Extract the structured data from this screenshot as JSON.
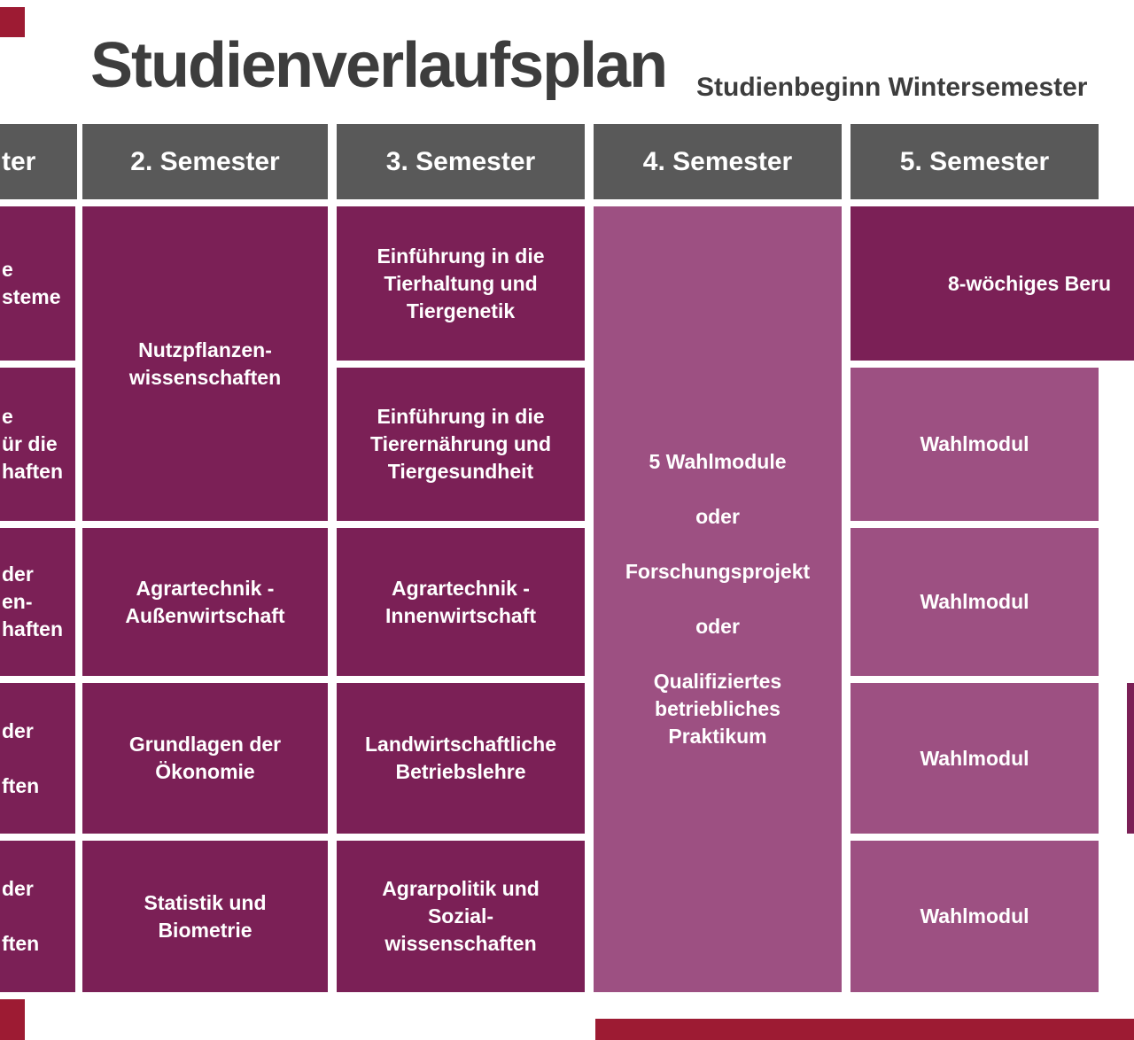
{
  "title": {
    "main": "Studienverlaufsplan",
    "subtitle": "Studienbeginn Wintersemester"
  },
  "header_row": {
    "sem1_partial_label": "ter",
    "sem2_label": "2. Semester",
    "sem3_label": "3. Semester",
    "sem4_label": "4. Semester",
    "sem5_label": "5. Semester"
  },
  "modules": {
    "sem1_row1": "e\nsteme",
    "sem1_row2": "e\nür die\nhaften",
    "sem1_row3": "der\nen-\nhaften",
    "sem1_row4": "der\n\nften",
    "sem1_row5": "der\n\nften",
    "sem2_row12": "Nutzpflanzen-\nwissenschaften",
    "sem2_row3": "Agrartechnik -\nAußenwirtschaft",
    "sem2_row4": "Grundlagen der\nÖkonomie",
    "sem2_row5": "Statistik und\nBiometrie",
    "sem3_row1": "Einführung in die\nTierhaltung und\nTiergenetik",
    "sem3_row2": "Einführung in die\nTierernährung und\nTiergesundheit",
    "sem3_row3": "Agrartechnik -\nInnenwirtschaft",
    "sem3_row4": "Landwirtschaftliche\nBetriebslehre",
    "sem3_row5": "Agrarpolitik und\nSozial-\nwissenschaften",
    "sem4_block": "5 Wahlmodule\n\noder\n\nForschungsprojekt\n\noder\n\nQualifiziertes\nbetriebliches\nPraktikum",
    "sem5_row1": "8-wöchiges Beru",
    "sem5_row2": "Wahlmodul",
    "sem5_row3": "Wahlmodul",
    "sem5_row4": "Wahlmodul",
    "sem5_row5": "Wahlmodul"
  },
  "colors": {
    "header_bg": "#595959",
    "module_dark": "#7b2056",
    "module_light": "#9d5082",
    "accent": "#9d1b33",
    "title_text": "#3d3d3d"
  }
}
